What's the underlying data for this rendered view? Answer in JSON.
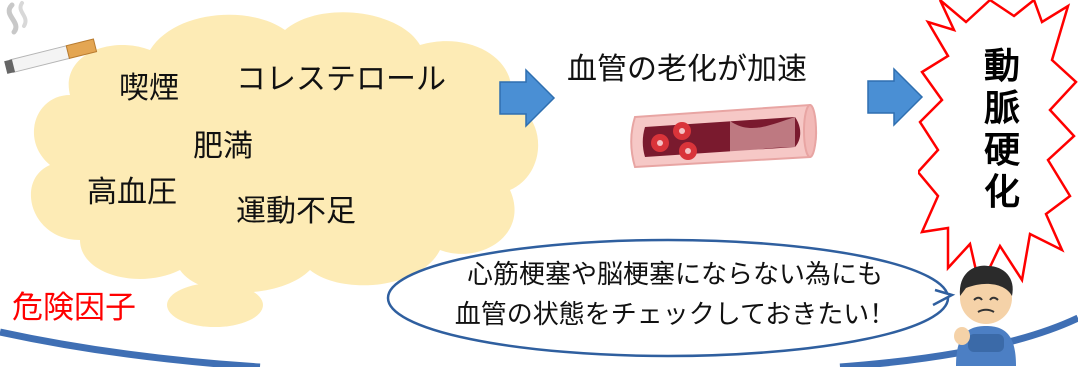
{
  "risk_factors": {
    "items": [
      "喫煙",
      "コレステロール",
      "肥満",
      "高血圧",
      "運動不足"
    ],
    "label": "危険因子"
  },
  "aging_text": "血管の老化が加速",
  "result_chars": [
    "動",
    "脈",
    "硬",
    "化"
  ],
  "speech_lines": [
    "心筋梗塞や脳梗塞にならない為にも",
    "血管の状態をチェックしておきたい！"
  ],
  "colors": {
    "cloud": "#fdebb5",
    "arrow": "#4a8fd4",
    "burst_outline": "#ff0000",
    "risk_label": "#ff0000",
    "frame": "#3f6fb4",
    "vessel_wall": "#f6c8c6",
    "vessel_blood": "#7a1a2e",
    "blood_cell": "#d9343a"
  },
  "icons": [
    "cigarette-icon",
    "blood-vessel-icon",
    "worried-man-icon"
  ]
}
